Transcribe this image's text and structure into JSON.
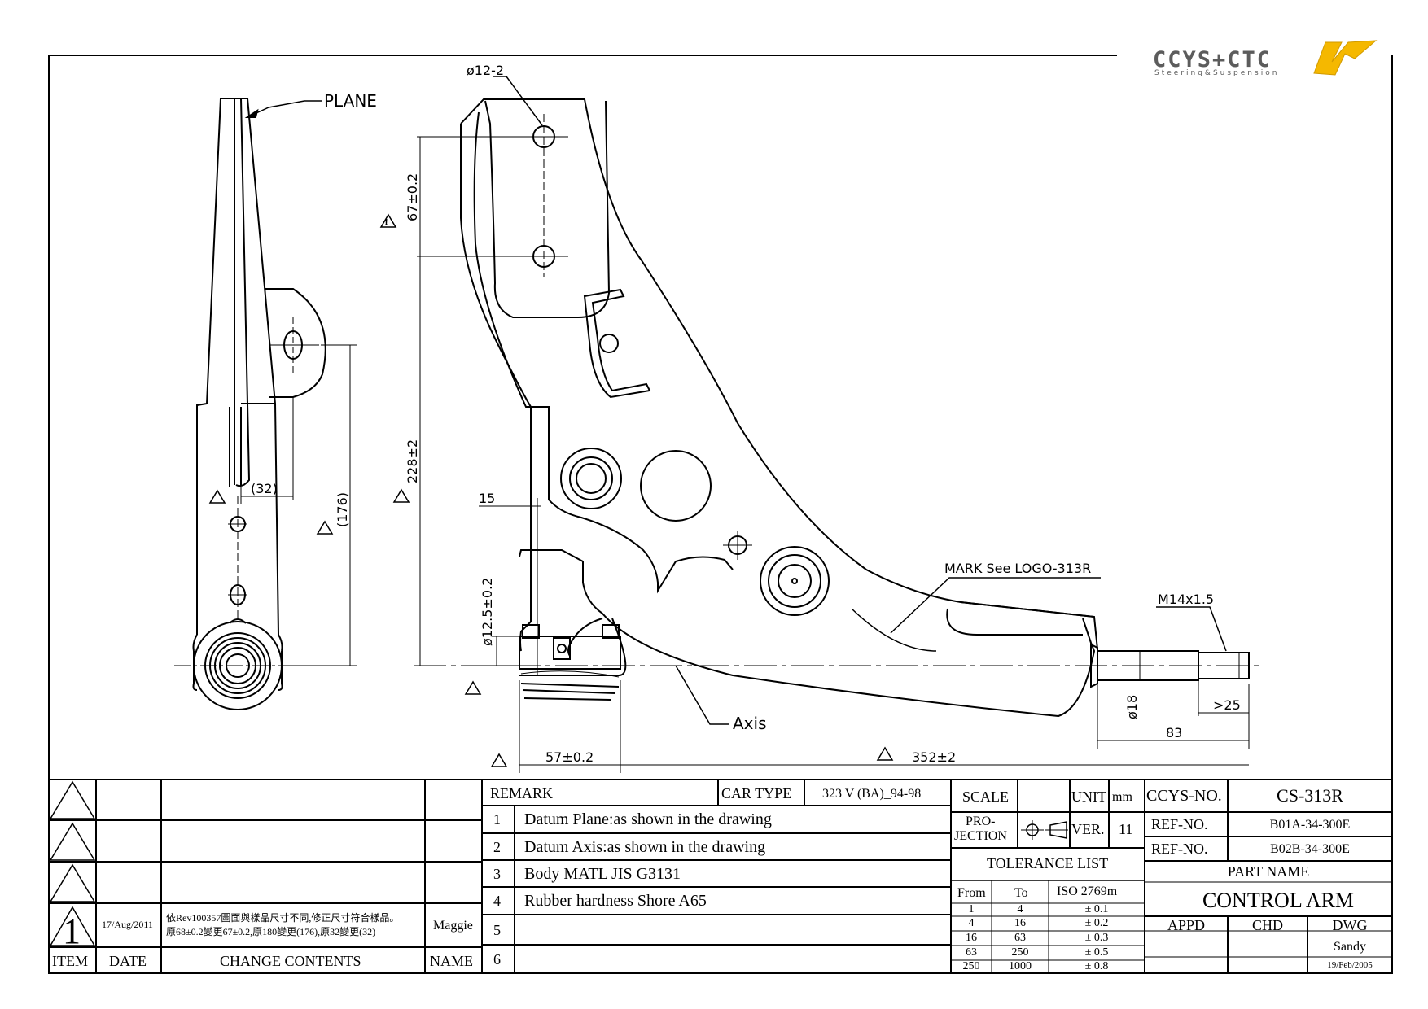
{
  "logo": {
    "brand": "CCYS+CTC",
    "tagline": "Steering&Suspension"
  },
  "labels": {
    "plane": "PLANE",
    "hole": "ø12-2",
    "dim_67": "67±0.2",
    "dim_228": "228±2",
    "dim_15": "15",
    "dim_125": "ø12.5±0.2",
    "dim_32": "(32)",
    "dim_176": "(176)",
    "mark": "MARK See LOGO-313R",
    "thread": "M14x1.5",
    "dim_18": "ø18",
    "dim_25": ">25",
    "dim_83": "83",
    "axis": "Axis",
    "dim_57": "57±0.2",
    "dim_352": "352±2"
  },
  "revision": {
    "item": "1",
    "date": "17/Aug/2011",
    "change_line1": "依Rev100357圖面與樣品尺寸不同,修正尺寸符合樣品。",
    "change_line2": "原68±0.2變更67±0.2,原180變更(176),原32變更(32)",
    "name": "Maggie",
    "headers": {
      "item": "ITEM",
      "date": "DATE",
      "change": "CHANGE CONTENTS",
      "name": "NAME"
    }
  },
  "remarks": {
    "header": "REMARK",
    "car_type_label": "CAR TYPE",
    "car_type": "323 V (BA)_94-98",
    "rows": [
      {
        "no": "1",
        "text": "Datum Plane:as shown in the drawing"
      },
      {
        "no": "2",
        "text": "Datum Axis:as shown in the drawing"
      },
      {
        "no": "3",
        "text": "Body MATL JIS G3131"
      },
      {
        "no": "4",
        "text": "Rubber hardness Shore A65"
      },
      {
        "no": "5",
        "text": ""
      },
      {
        "no": "6",
        "text": ""
      }
    ]
  },
  "info": {
    "scale_label": "SCALE",
    "unit_label": "UNIT",
    "unit": "mm",
    "projection_label1": "PRO-",
    "projection_label2": "JECTION",
    "ver_label": "VER.",
    "ver": "11",
    "tolerance_title": "TOLERANCE LIST",
    "tol_headers": {
      "from": "From",
      "to": "To",
      "iso": "ISO 2769m"
    },
    "tolerances": [
      {
        "from": "1",
        "to": "4",
        "tol": "± 0.1"
      },
      {
        "from": "4",
        "to": "16",
        "tol": "± 0.2"
      },
      {
        "from": "16",
        "to": "63",
        "tol": "± 0.3"
      },
      {
        "from": "63",
        "to": "250",
        "tol": "± 0.5"
      },
      {
        "from": "250",
        "to": "1000",
        "tol": "± 0.8"
      }
    ]
  },
  "part": {
    "ccys_label": "CCYS-NO.",
    "ccys_no": "CS-313R",
    "ref_label": "REF-NO.",
    "ref_no_1": "B01A-34-300E",
    "ref_no_2": "B02B-34-300E",
    "part_name_label": "PART NAME",
    "part_name": "CONTROL ARM",
    "appd": "APPD",
    "chd": "CHD",
    "dwg": "DWG",
    "drawn_by": "Sandy",
    "drawn_date": "19/Feb/2005"
  }
}
